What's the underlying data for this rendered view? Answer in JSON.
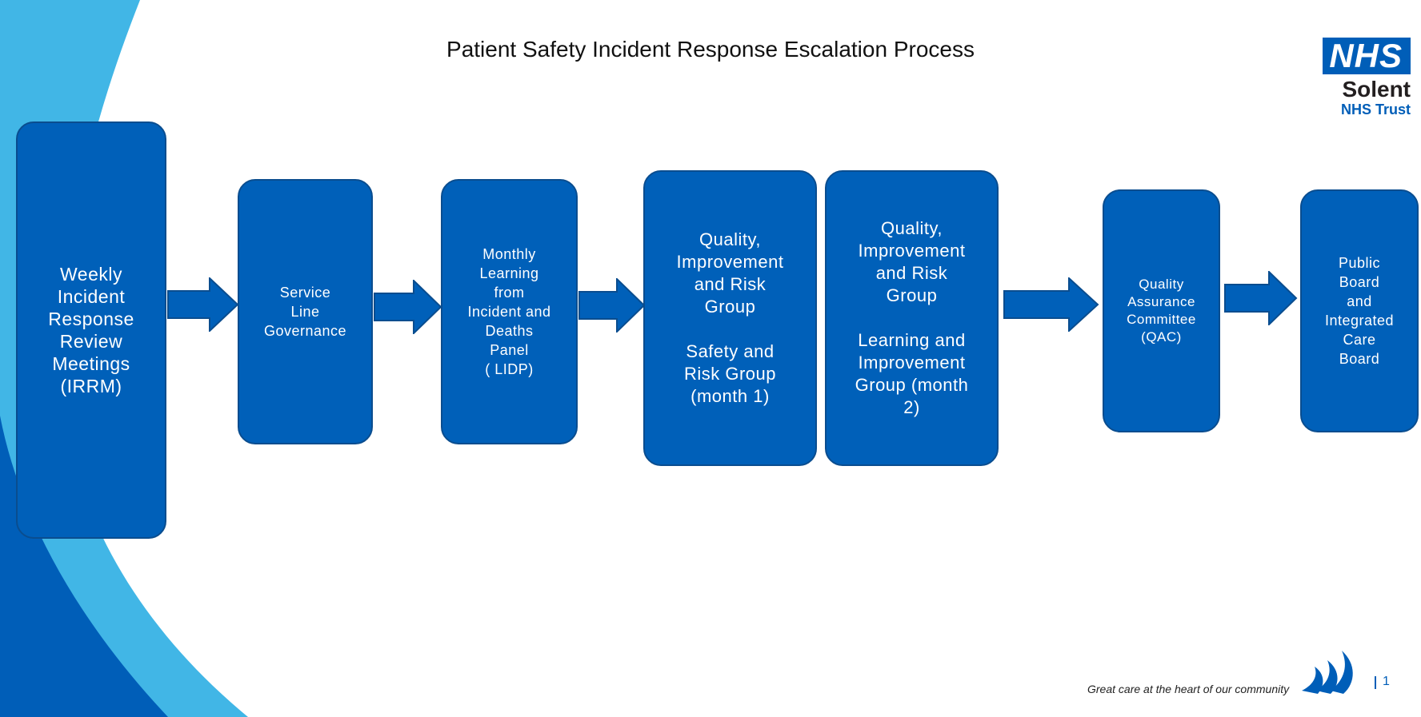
{
  "slide": {
    "title": "Patient Safety Incident Response Escalation Process",
    "logo": {
      "mark": "NHS",
      "org": "Solent",
      "trust": "NHS Trust"
    },
    "tagline": "Great care at the heart of our community",
    "page_number": "1"
  },
  "flow": {
    "steps": [
      {
        "label": "Weekly\nIncident\nResponse\nReview\nMeetings\n(IRRM)"
      },
      {
        "label": "Service\nLine\nGovernance"
      },
      {
        "label": "Monthly\nLearning\nfrom\nIncident and\nDeaths\nPanel\n( LIDP)"
      },
      {
        "label": "Quality,\nImprovement\nand Risk\nGroup\n\nSafety and\nRisk Group\n(month 1)"
      },
      {
        "label": "Quality,\nImprovement\nand Risk\nGroup\n\nLearning and\nImprovement\nGroup (month\n2)"
      },
      {
        "label": "Quality\nAssurance\nCommittee\n(QAC)"
      },
      {
        "label": "Public\nBoard\nand\nIntegrated\nCare\nBoard"
      }
    ]
  },
  "colors": {
    "box_fill": "#0060b9",
    "box_border": "#0a4d8f",
    "swoosh_light": "#41b6e6",
    "swoosh_dark": "#005eb8",
    "nhs_blue": "#005eb8"
  },
  "icons": {
    "arrow": "right-block-arrow-icon",
    "tagline_mark": "solent-sail-mark-icon"
  }
}
